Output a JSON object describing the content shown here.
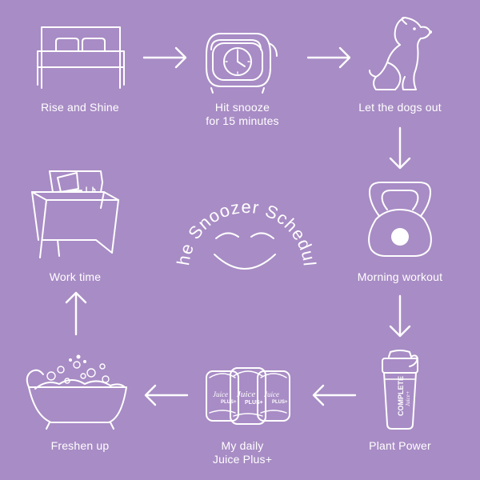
{
  "title": "The Snoozer Schedule",
  "steps": [
    {
      "label_lines": [
        "Rise and Shine"
      ],
      "icon": "bed-icon"
    },
    {
      "label_lines": [
        "Hit snooze",
        "for 15 minutes"
      ],
      "icon": "alarm-clock-icon"
    },
    {
      "label_lines": [
        "Let the dogs out"
      ],
      "icon": "dog-icon"
    },
    {
      "label_lines": [
        "Morning workout"
      ],
      "icon": "kettlebell-icon"
    },
    {
      "label_lines": [
        "Plant Power"
      ],
      "icon": "shaker-bottle-icon"
    },
    {
      "label_lines": [
        "My daily",
        "Juice Plus+"
      ],
      "icon": "juice-plus-bottles-icon"
    },
    {
      "label_lines": [
        "Freshen up"
      ],
      "icon": "bathtub-icon"
    },
    {
      "label_lines": [
        "Work time"
      ],
      "icon": "desk-laptop-icon"
    }
  ],
  "bottle_text": "COMPLETE",
  "brand_top": "Juice",
  "brand_bottom": "PLUS+",
  "colors": {
    "background": "#a88cc5",
    "ink": "#ffffff"
  }
}
